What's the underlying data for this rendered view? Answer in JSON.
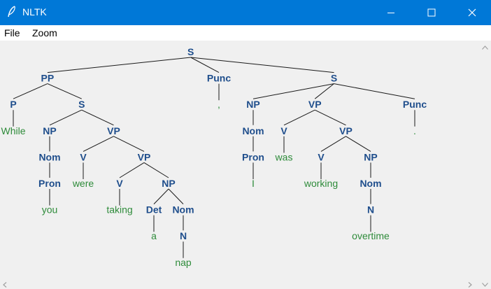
{
  "window": {
    "title": "NLTK",
    "icons": {
      "app": "feather-icon",
      "minimize": "minimize-icon",
      "maximize": "maximize-icon",
      "close": "close-icon"
    }
  },
  "menu": {
    "items": [
      {
        "label": "File"
      },
      {
        "label": "Zoom"
      }
    ]
  },
  "colors": {
    "titlebar": "#0078d7",
    "nonterminal": "#1f4e8c",
    "leaf": "#2e8b3a",
    "edge": "#1a1a1a"
  },
  "tree": {
    "label": "S",
    "children": [
      {
        "label": "PP",
        "children": [
          {
            "label": "P",
            "children": [
              {
                "leaf": "While"
              }
            ]
          },
          {
            "label": "S",
            "children": [
              {
                "label": "NP",
                "children": [
                  {
                    "label": "Nom",
                    "children": [
                      {
                        "label": "Pron",
                        "children": [
                          {
                            "leaf": "you"
                          }
                        ]
                      }
                    ]
                  }
                ]
              },
              {
                "label": "VP",
                "children": [
                  {
                    "label": "V",
                    "children": [
                      {
                        "leaf": "were"
                      }
                    ]
                  },
                  {
                    "label": "VP",
                    "children": [
                      {
                        "label": "V",
                        "children": [
                          {
                            "leaf": "taking"
                          }
                        ]
                      },
                      {
                        "label": "NP",
                        "children": [
                          {
                            "label": "Det",
                            "children": [
                              {
                                "leaf": "a"
                              }
                            ]
                          },
                          {
                            "label": "Nom",
                            "children": [
                              {
                                "label": "N",
                                "children": [
                                  {
                                    "leaf": "nap"
                                  }
                                ]
                              }
                            ]
                          }
                        ]
                      }
                    ]
                  }
                ]
              }
            ]
          }
        ]
      },
      {
        "label": "Punc",
        "children": [
          {
            "leaf": ","
          }
        ]
      },
      {
        "label": "S",
        "children": [
          {
            "label": "NP",
            "children": [
              {
                "label": "Nom",
                "children": [
                  {
                    "label": "Pron",
                    "children": [
                      {
                        "leaf": "I"
                      }
                    ]
                  }
                ]
              }
            ]
          },
          {
            "label": "VP",
            "children": [
              {
                "label": "V",
                "children": [
                  {
                    "leaf": "was"
                  }
                ]
              },
              {
                "label": "VP",
                "children": [
                  {
                    "label": "V",
                    "children": [
                      {
                        "leaf": "working"
                      }
                    ]
                  },
                  {
                    "label": "NP",
                    "children": [
                      {
                        "label": "Nom",
                        "children": [
                          {
                            "label": "N",
                            "children": [
                              {
                                "leaf": "overtime"
                              }
                            ]
                          }
                        ]
                      }
                    ]
                  }
                ]
              }
            ]
          },
          {
            "label": "Punc",
            "children": [
              {
                "leaf": "."
              }
            ]
          }
        ]
      }
    ]
  }
}
